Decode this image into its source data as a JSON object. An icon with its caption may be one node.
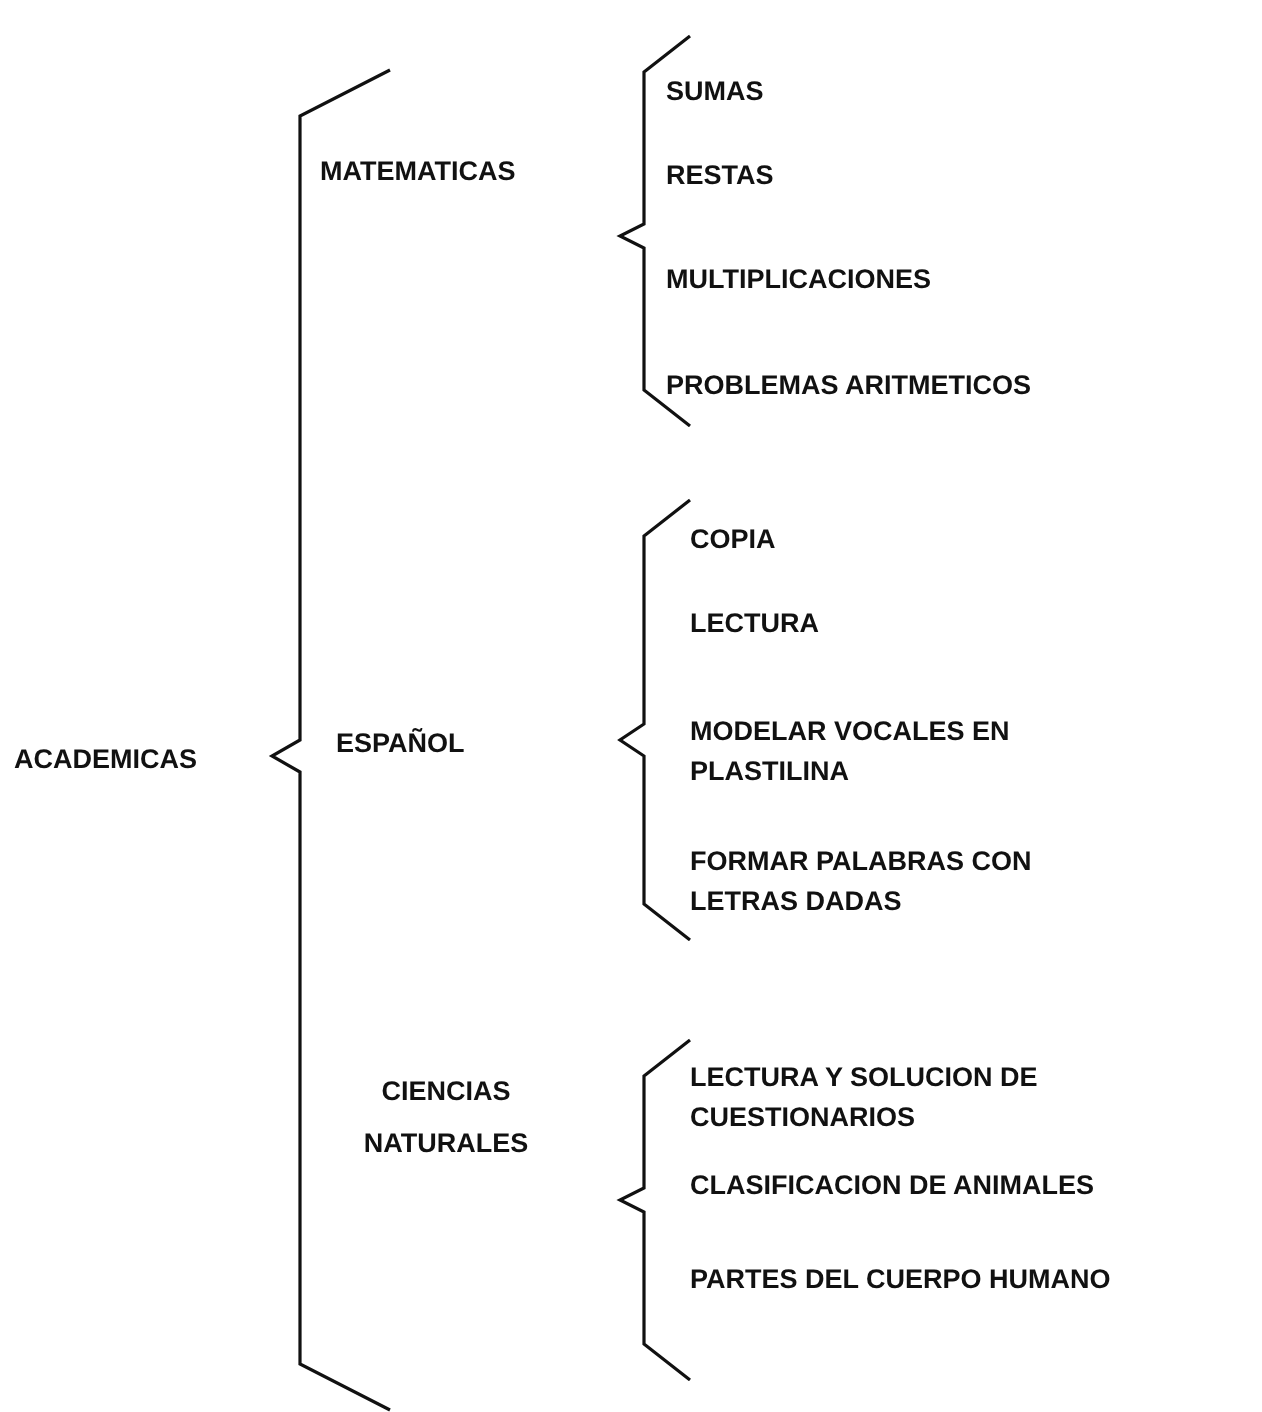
{
  "diagram": {
    "labels": [
      "ACADEMICAS",
      "MATEMATICAS",
      "SUMAS",
      "RESTAS",
      "MULTIPLICACIONES",
      "PROBLEMAS ARITMETICOS",
      "ESPAÑOL",
      "COPIA",
      "LECTURA",
      "MODELAR VOCALES EN PLASTILINA",
      "FORMAR PALABRAS CON LETRAS DADAS",
      "CIENCIAS NATURALES",
      "LECTURA Y SOLUCION DE CUESTIONARIOS",
      "CLASIFICACION DE ANIMALES",
      "PARTES DEL CUERPO HUMANO"
    ]
  }
}
